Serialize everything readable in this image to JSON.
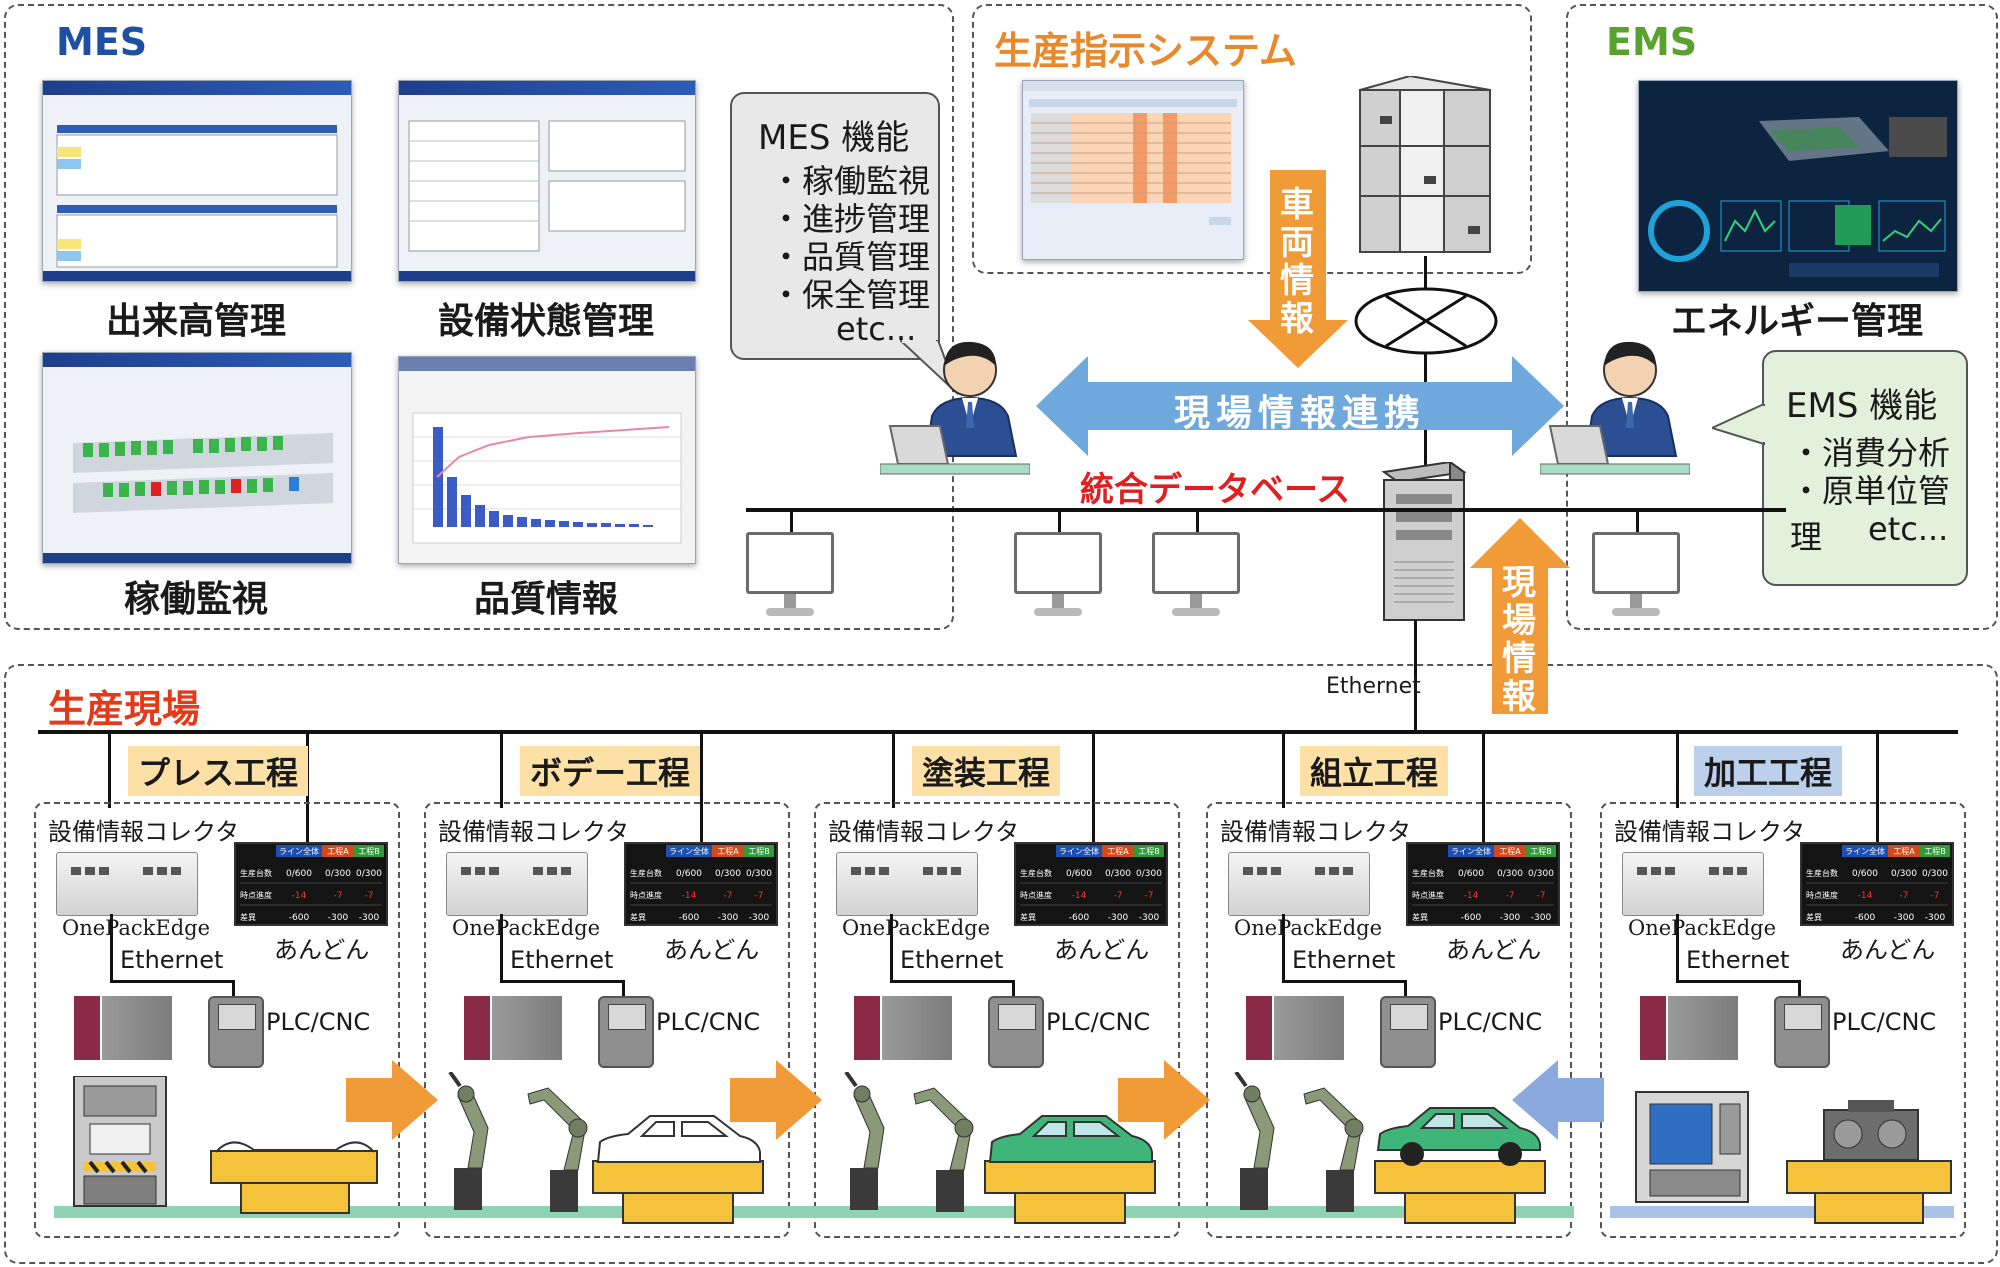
{
  "sections": {
    "mes": {
      "title": "MES",
      "color": "#1d4fa3"
    },
    "instruction": {
      "title": "生産指示システム",
      "color": "#e8892b"
    },
    "ems": {
      "title": "EMS",
      "color": "#5aa22e"
    },
    "floor": {
      "title": "生産現場",
      "color": "#e43a1a"
    }
  },
  "mes_screens": [
    {
      "caption": "出来高管理"
    },
    {
      "caption": "設備状態管理"
    },
    {
      "caption": "稼働監視"
    },
    {
      "caption": "品質情報"
    }
  ],
  "mes_bubble": {
    "title": "MES 機能",
    "items": [
      "・稼働監視",
      "・進捗管理",
      "・品質管理",
      "・保全管理"
    ],
    "etc": "etc..."
  },
  "ems_caption": "エネルギー管理",
  "ems_bubble": {
    "title": "EMS 機能",
    "items": [
      "・消費分析",
      "・原単位管理"
    ],
    "etc": "etc..."
  },
  "arrows": {
    "vehicle_info": "車両情報",
    "field_link": "現場情報連携",
    "field_info": "現場情報"
  },
  "database_label": "統合データベース",
  "ethernet_top": "Ethernet",
  "colors": {
    "orange": "#f19a38",
    "blue": "#6fa8dc",
    "red": "#e02020",
    "green_bubble": "#e2f0dc",
    "gray_bubble": "#e8e8e8",
    "conveyor_green": "#8fd3b4",
    "conveyor_blue": "#a9c3e6"
  },
  "processes": [
    {
      "label": "プレス工程",
      "label_bg": "#fde0a6",
      "collector_label": "設備情報コレクタ",
      "device": "OnePackEdge",
      "ethernet": "Ethernet",
      "andon": "あんどん",
      "plc": "PLC/CNC",
      "andon_panel": {
        "headers": [
          "ライン全体",
          "工程A",
          "工程B"
        ],
        "rows": [
          {
            "label": "生産台数",
            "values": [
              "0/600",
              "0/300",
              "0/300"
            ]
          },
          {
            "label": "時点進度",
            "values": [
              "-14",
              "-7",
              "-7"
            ]
          },
          {
            "label": "差異",
            "values": [
              "-600",
              "-300",
              "-300"
            ]
          }
        ]
      }
    },
    {
      "label": "ボデー工程",
      "label_bg": "#fde0a6",
      "collector_label": "設備情報コレクタ",
      "device": "OnePackEdge",
      "ethernet": "Ethernet",
      "andon": "あんどん",
      "plc": "PLC/CNC",
      "andon_panel": {
        "headers": [
          "ライン全体",
          "工程A",
          "工程B"
        ],
        "rows": [
          {
            "label": "生産台数",
            "values": [
              "0/600",
              "0/300",
              "0/300"
            ]
          },
          {
            "label": "時点進度",
            "values": [
              "-14",
              "-7",
              "-7"
            ]
          },
          {
            "label": "差異",
            "values": [
              "-600",
              "-300",
              "-300"
            ]
          }
        ]
      }
    },
    {
      "label": "塗装工程",
      "label_bg": "#fde0a6",
      "collector_label": "設備情報コレクタ",
      "device": "OnePackEdge",
      "ethernet": "Ethernet",
      "andon": "あんどん",
      "plc": "PLC/CNC",
      "andon_panel": {
        "headers": [
          "ライン全体",
          "工程A",
          "工程B"
        ],
        "rows": [
          {
            "label": "生産台数",
            "values": [
              "0/600",
              "0/300",
              "0/300"
            ]
          },
          {
            "label": "時点進度",
            "values": [
              "-14",
              "-7",
              "-7"
            ]
          },
          {
            "label": "差異",
            "values": [
              "-600",
              "-300",
              "-300"
            ]
          }
        ]
      }
    },
    {
      "label": "組立工程",
      "label_bg": "#fde0a6",
      "collector_label": "設備情報コレクタ",
      "device": "OnePackEdge",
      "ethernet": "Ethernet",
      "andon": "あんどん",
      "plc": "PLC/CNC",
      "andon_panel": {
        "headers": [
          "ライン全体",
          "工程A",
          "工程B"
        ],
        "rows": [
          {
            "label": "生産台数",
            "values": [
              "0/600",
              "0/300",
              "0/300"
            ]
          },
          {
            "label": "時点進度",
            "values": [
              "-14",
              "-7",
              "-7"
            ]
          },
          {
            "label": "差異",
            "values": [
              "-600",
              "-300",
              "-300"
            ]
          }
        ]
      }
    },
    {
      "label": "加工工程",
      "label_bg": "#bcd0ec",
      "collector_label": "設備情報コレクタ",
      "device": "OnePackEdge",
      "ethernet": "Ethernet",
      "andon": "あんどん",
      "plc": "PLC/CNC",
      "andon_panel": {
        "headers": [
          "ライン全体",
          "工程A",
          "工程B"
        ],
        "rows": [
          {
            "label": "生産台数",
            "values": [
              "0/600",
              "0/300",
              "0/300"
            ]
          },
          {
            "label": "時点進度",
            "values": [
              "-14",
              "-7",
              "-7"
            ]
          },
          {
            "label": "差異",
            "values": [
              "-600",
              "-300",
              "-300"
            ]
          }
        ]
      }
    }
  ]
}
